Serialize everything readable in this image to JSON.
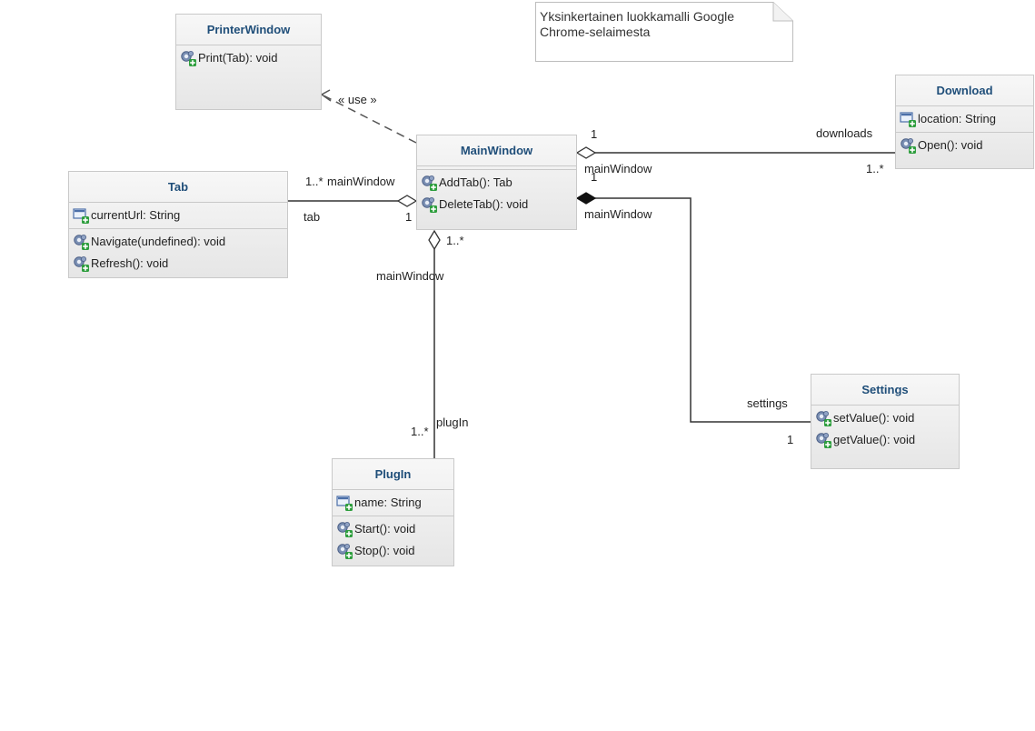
{
  "note": {
    "text": "Yksinkertainen luokkamalli Google Chrome-selaimesta"
  },
  "classes": {
    "printer_window": {
      "name": "PrinterWindow",
      "operations": [
        "Print(Tab): void"
      ]
    },
    "download": {
      "name": "Download",
      "attributes": [
        "location: String"
      ],
      "operations": [
        "Open(): void"
      ]
    },
    "main_window": {
      "name": "MainWindow",
      "operations": [
        "AddTab(): Tab",
        "DeleteTab(): void"
      ]
    },
    "tab": {
      "name": "Tab",
      "attributes": [
        "currentUrl: String"
      ],
      "operations": [
        "Navigate(undefined): void",
        "Refresh(): void"
      ]
    },
    "settings": {
      "name": "Settings",
      "operations": [
        "setValue(): void",
        "getValue(): void"
      ]
    },
    "plugin": {
      "name": "PlugIn",
      "attributes": [
        "name: String"
      ],
      "operations": [
        "Start(): void",
        "Stop(): void"
      ]
    }
  },
  "edges": {
    "use": {
      "stereotype": "« use »"
    },
    "downloads": {
      "mw_mult": "1",
      "mw_role": "mainWindow",
      "target_role": "downloads",
      "target_mult": "1..*"
    },
    "tabs": {
      "mw_mult": "1",
      "mw_role": "mainWindow",
      "target_role": "tab",
      "target_mult": "1..*"
    },
    "plugins": {
      "mw_mult": "1..*",
      "mw_role": "mainWindow",
      "target_role": "plugIn",
      "target_mult": "1..*"
    },
    "settings": {
      "mw_mult": "1",
      "mw_role": "mainWindow",
      "target_role": "settings",
      "target_mult": "1"
    }
  }
}
